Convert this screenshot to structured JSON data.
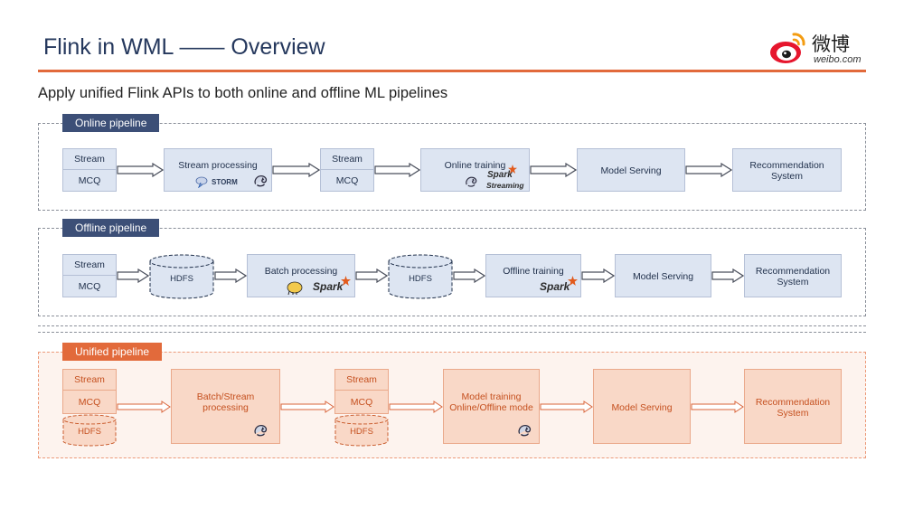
{
  "header": {
    "title": "Flink in WML —— Overview",
    "logo_cn": "微博",
    "logo_en": "weibo.com"
  },
  "subtitle": "Apply unified Flink APIs to both online and offline ML pipelines",
  "colors": {
    "title": "#25385d",
    "accent": "#e26a3b",
    "tag_dark": "#3c4f77",
    "node_blue": "#dde5f2",
    "node_orange": "#f9d8c7",
    "unified_text": "#c5501f"
  },
  "online": {
    "tag": "Online pipeline",
    "source": {
      "top": "Stream",
      "bottom": "MCQ"
    },
    "stream_processing": "Stream processing",
    "storm_label": "STORM",
    "mid": {
      "top": "Stream",
      "bottom": "MCQ"
    },
    "online_training": "Online training",
    "spark_streaming_1": "Spark",
    "spark_streaming_2": "Streaming",
    "model_serving": "Model Serving",
    "recommendation_1": "Recommendation",
    "recommendation_2": "System"
  },
  "offline": {
    "tag": "Offline pipeline",
    "source": {
      "top": "Stream",
      "bottom": "MCQ"
    },
    "hdfs_1": "HDFS",
    "batch_processing": "Batch processing",
    "spark_label_1": "Spark",
    "hdfs_2": "HDFS",
    "offline_training": "Offline training",
    "spark_label_2": "Spark",
    "model_serving": "Model Serving",
    "recommendation_1": "Recommendation",
    "recommendation_2": "System"
  },
  "unified": {
    "tag": "Unified pipeline",
    "source": {
      "top": "Stream",
      "mid": "MCQ",
      "bottom": "HDFS"
    },
    "batch_stream_1": "Batch/Stream",
    "batch_stream_2": "processing",
    "mid": {
      "top": "Stream",
      "mid": "MCQ",
      "bottom": "HDFS"
    },
    "model_training_1": "Model training",
    "model_training_2": "Online/Offline mode",
    "model_serving": "Model Serving",
    "recommendation_1": "Recommendation",
    "recommendation_2": "System"
  }
}
